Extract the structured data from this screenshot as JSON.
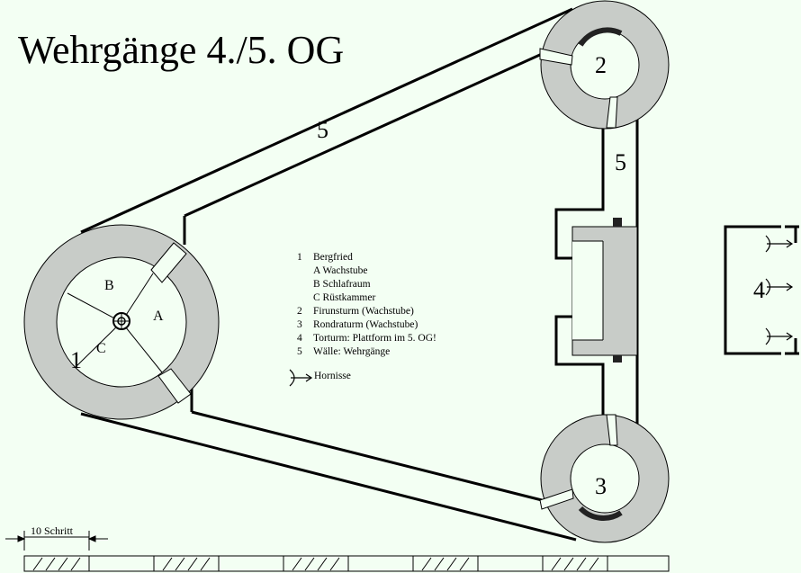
{
  "title": "Wehrgänge 4./5. OG",
  "labels": {
    "tower1": "1",
    "tower2": "2",
    "tower3": "3",
    "tower4": "4",
    "wall_top": "5",
    "wall_right": "5",
    "room_a": "A",
    "room_b": "B",
    "room_c": "C"
  },
  "legend": {
    "items": [
      {
        "num": "1",
        "text": "Bergfried"
      },
      {
        "num": "",
        "text": "A Wachstube"
      },
      {
        "num": "",
        "text": "B Schlafraum"
      },
      {
        "num": "",
        "text": "C Rüstkammer"
      },
      {
        "num": "2",
        "text": "Firunsturm (Wachstube)"
      },
      {
        "num": "3",
        "text": "Rondraturm (Wachstube)"
      },
      {
        "num": "4",
        "text": "Torturm: Plattform im 5. OG!"
      },
      {
        "num": "5",
        "text": "Wälle: Wehrgänge"
      }
    ],
    "hornet_label": "Hornisse"
  },
  "scale": {
    "label": "10 Schritt"
  },
  "colors": {
    "background": "#f3fff3",
    "tower_fill": "#c8ccc8",
    "line": "#000000"
  }
}
